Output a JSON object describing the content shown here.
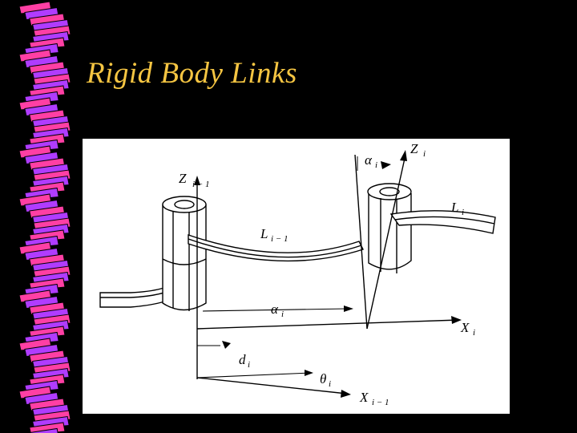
{
  "slide": {
    "title": "Rigid Body Links",
    "title_color": "#f5c542",
    "background": "#000000",
    "border_colors": [
      "#ff3fa4",
      "#b03cff"
    ]
  },
  "diagram": {
    "labels": {
      "z_prev": "Z",
      "z_prev_sub": "i − 1",
      "z_curr": "Z",
      "z_curr_sub": "i",
      "alpha_top": "α",
      "alpha_top_sub": "i",
      "link_prev": "L",
      "link_prev_sub": "i − 1",
      "link_curr": "L",
      "link_curr_sub": "i",
      "alpha_mid": "α",
      "alpha_mid_sub": "i",
      "x_curr": "X",
      "x_curr_sub": "i",
      "d": "d",
      "d_sub": "i",
      "theta": "θ",
      "theta_sub": "i",
      "x_prev": "X",
      "x_prev_sub": "i − 1"
    }
  }
}
